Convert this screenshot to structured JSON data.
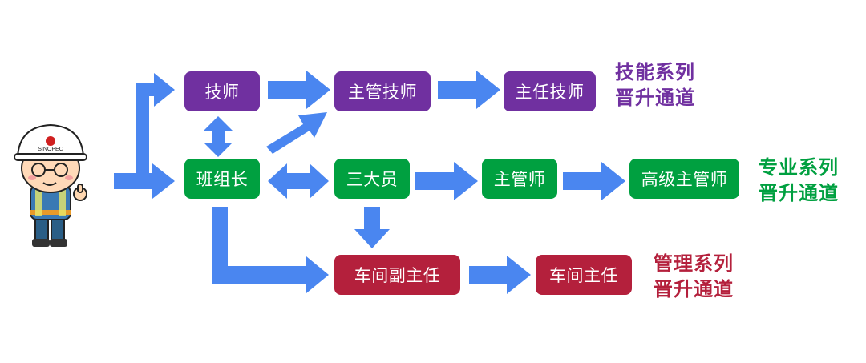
{
  "colors": {
    "arrow": "#4a86f0",
    "skill": "#7030a0",
    "professional": "#00a040",
    "management": "#b4203c"
  },
  "mascot": {
    "icon": "worker-mascot-icon",
    "logo_text": "SINOPEC"
  },
  "skill_track": {
    "nodes": [
      "技师",
      "主管技师",
      "主任技师"
    ],
    "label_line1": "技能系列",
    "label_line2": "晋升通道"
  },
  "professional_track": {
    "nodes": [
      "班组长",
      "三大员",
      "主管师",
      "高级主管师"
    ],
    "label_line1": "专业系列",
    "label_line2": "晋升通道"
  },
  "management_track": {
    "nodes": [
      "车间副主任",
      "车间主任"
    ],
    "label_line1": "管理系列",
    "label_line2": "晋升通道"
  }
}
